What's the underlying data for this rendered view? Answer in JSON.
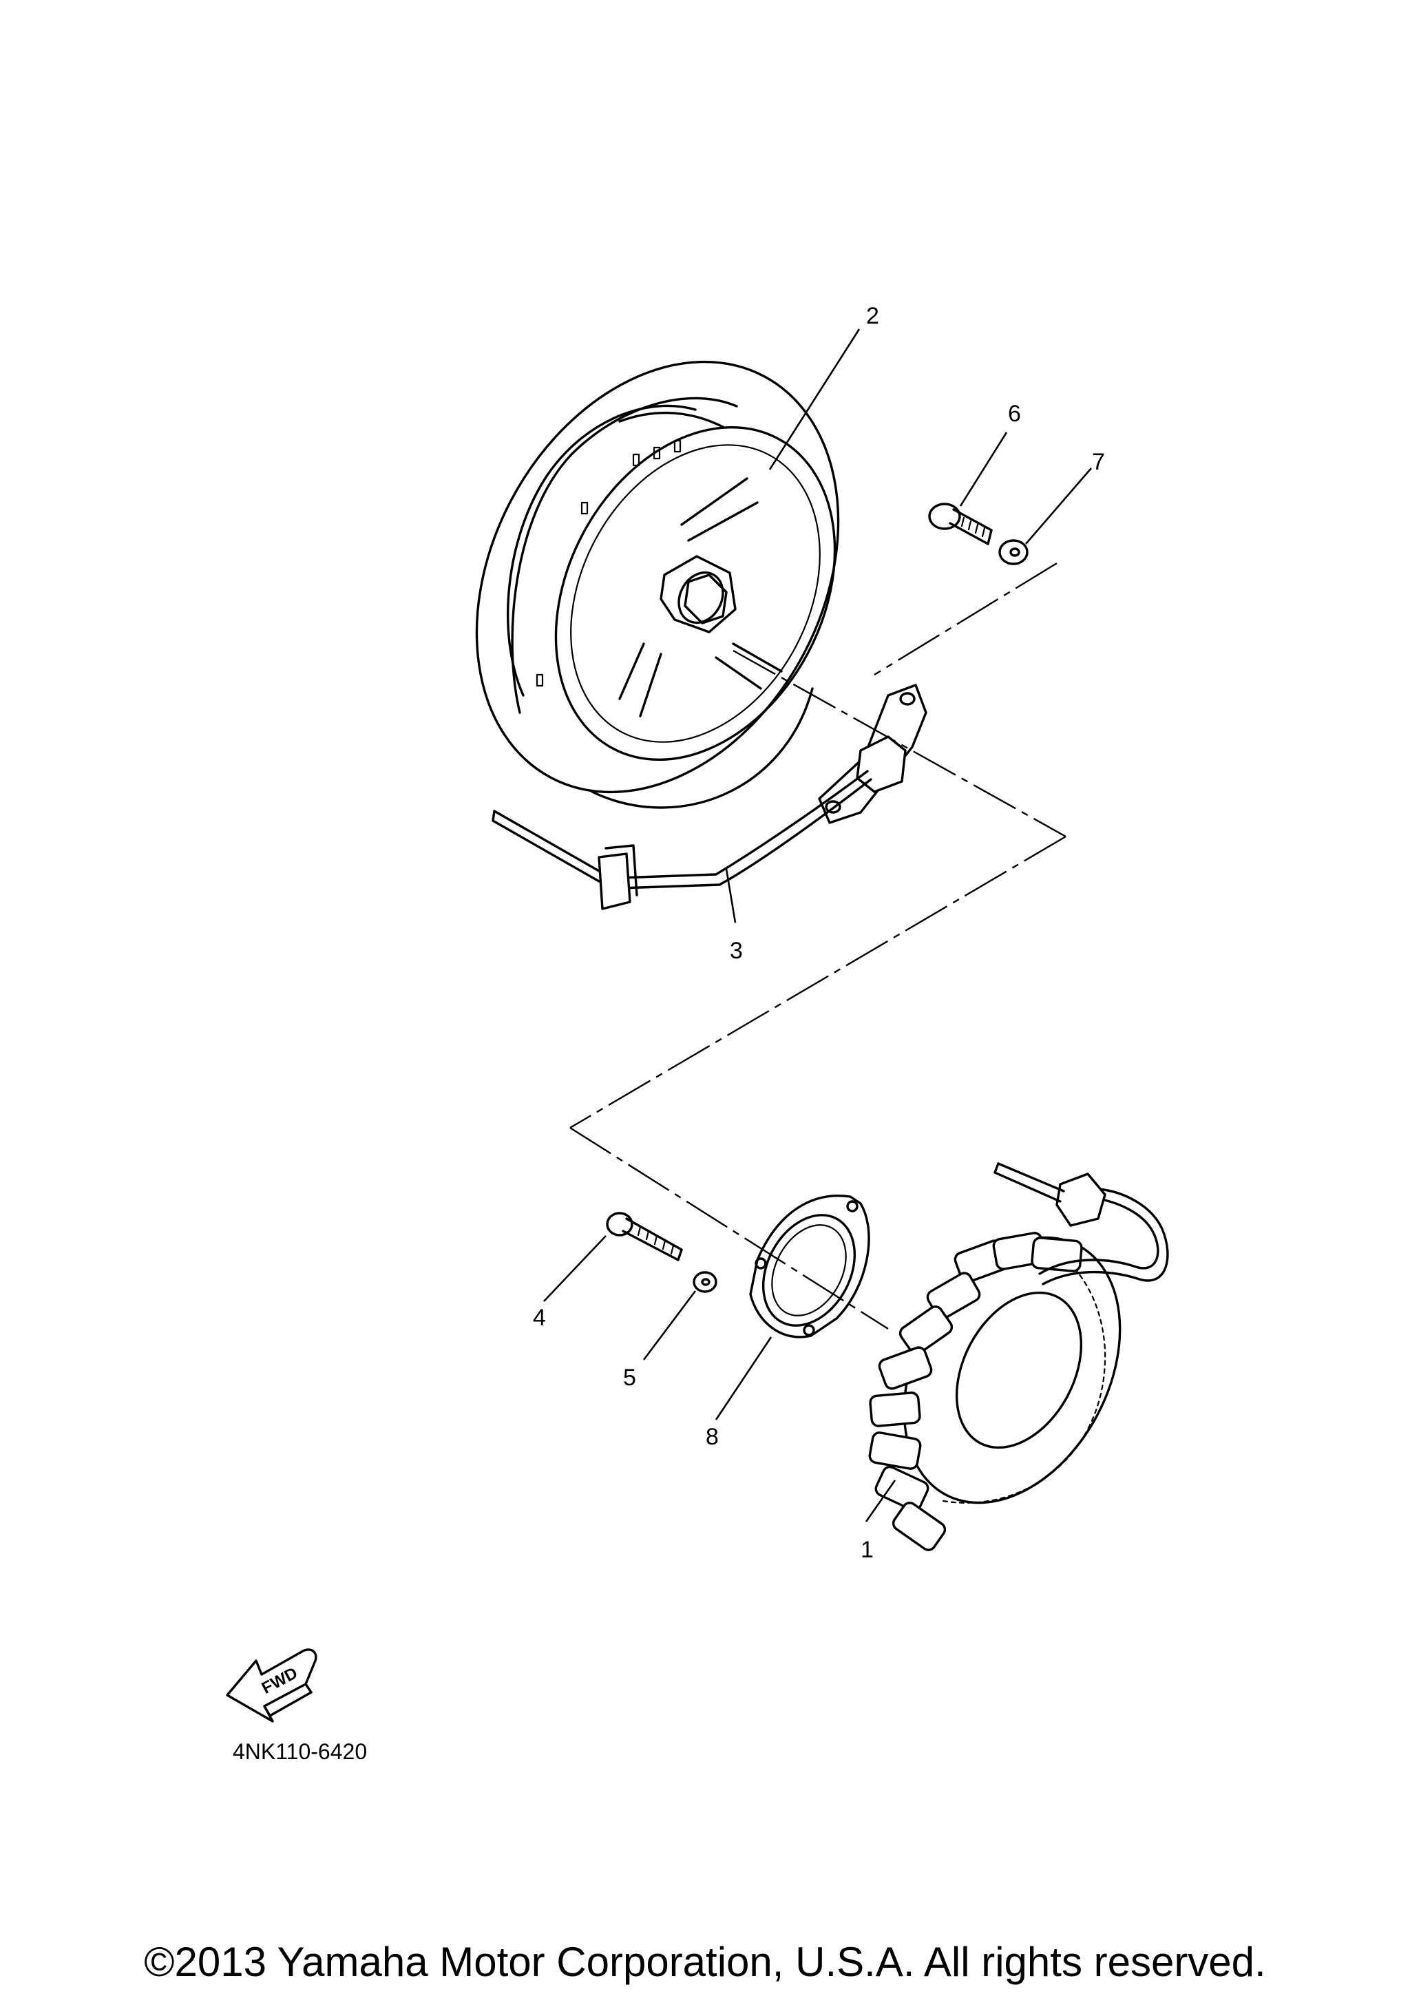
{
  "diagram": {
    "callouts": [
      "1",
      "2",
      "3",
      "4",
      "5",
      "6",
      "7",
      "8"
    ],
    "diagram_code": "4NK110-6420",
    "fwd_label": "FWD",
    "copyright": "©2013 Yamaha Motor Corporation, U.S.A. All rights reserved."
  },
  "icons": {
    "fwd": "fwd-arrow-icon"
  }
}
